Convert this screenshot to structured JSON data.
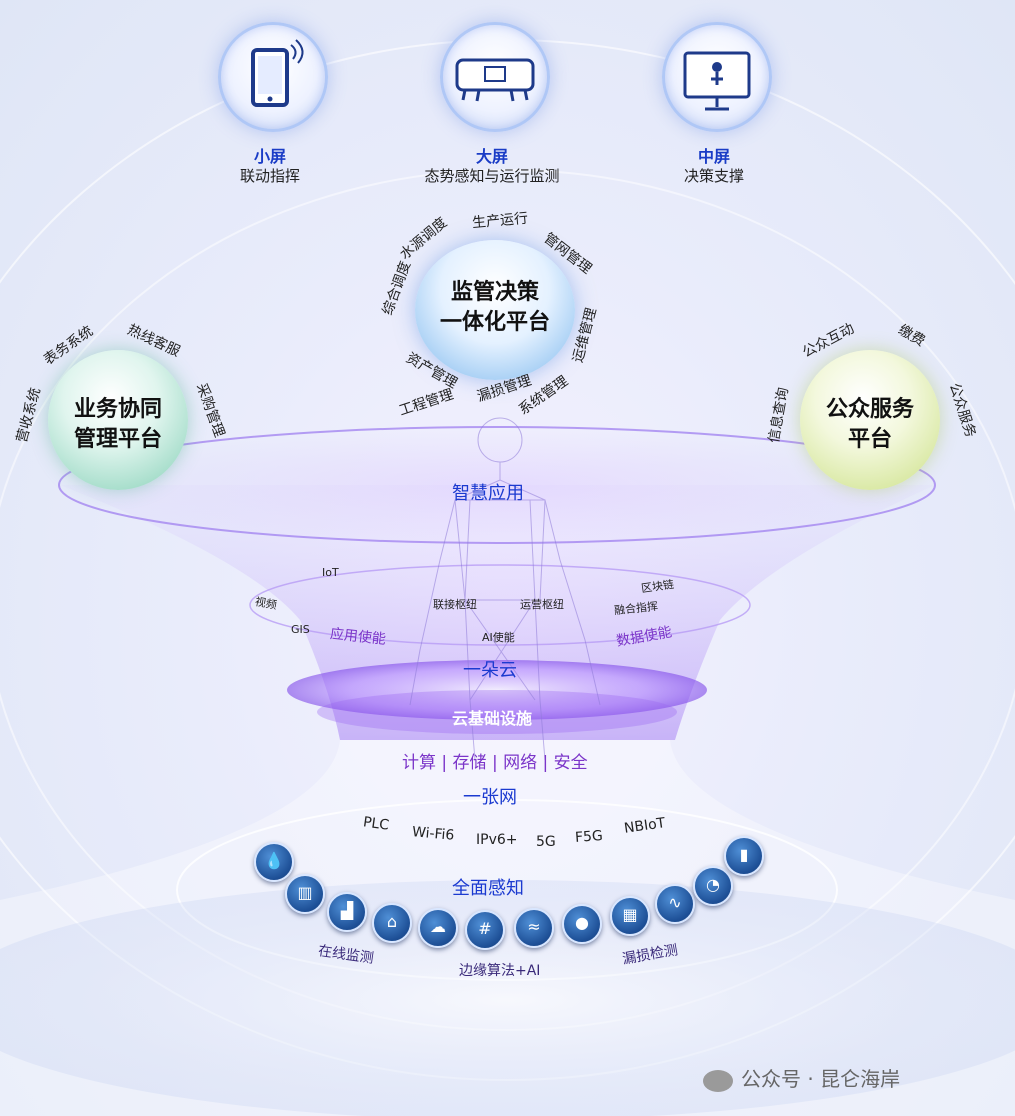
{
  "screens": [
    {
      "title": "小屏",
      "subtitle": "联动指挥",
      "icon": "tablet-icon"
    },
    {
      "title": "大屏",
      "subtitle": "态势感知与运行监测",
      "icon": "video-wall-icon"
    },
    {
      "title": "中屏",
      "subtitle": "决策支撑",
      "icon": "monitor-icon"
    }
  ],
  "center_platform": {
    "line1": "监管决策",
    "line2": "一体化平台",
    "arc_items": [
      "综合调度",
      "水源调度",
      "生产运行",
      "管网管理",
      "运维管理",
      "系统管理",
      "漏损管理",
      "资产管理",
      "工程管理"
    ]
  },
  "left_platform": {
    "line1": "业务协同",
    "line2": "管理平台",
    "arc_items": [
      "营收系统",
      "表务系统",
      "热线客服",
      "采购管理"
    ]
  },
  "right_platform": {
    "line1": "公众服务",
    "line2": "平台",
    "arc_items": [
      "信息查询",
      "公众互动",
      "缴费",
      "公众服务"
    ]
  },
  "smart_app": "智慧应用",
  "cloud": {
    "title": "一朵云",
    "left_items": [
      "IoT",
      "视频",
      "GIS"
    ],
    "center_items": [
      "联接枢纽",
      "运营枢纽",
      "AI使能"
    ],
    "right_items": [
      "区块链",
      "融合指挥"
    ],
    "app_enable": "应用使能",
    "data_enable": "数据使能"
  },
  "infra": {
    "title": "云基础设施",
    "items": [
      "计算",
      "存储",
      "网络",
      "安全"
    ],
    "separator": "|"
  },
  "network": {
    "title": "一张网",
    "protocols": [
      "PLC",
      "Wi-Fi6",
      "IPv6+",
      "5G",
      "F5G",
      "NBIoT"
    ]
  },
  "sensing": {
    "title": "全面感知",
    "labels": [
      "在线监测",
      "边缘算法+AI",
      "漏损检测"
    ],
    "icons": [
      "water-drop-icon",
      "chart-panel-icon",
      "factory-icon",
      "plant-icon",
      "group-icon",
      "chip-icon",
      "wave-icon",
      "droplet-icon",
      "grid-icon",
      "pulse-icon",
      "gauge-icon",
      "bar-chart-icon"
    ]
  },
  "watermark": "公众号 · 昆仑海岸",
  "colors": {
    "accent": "#1b3ad0",
    "purple": "#7b35c9",
    "sensor": "#1d4f96"
  }
}
